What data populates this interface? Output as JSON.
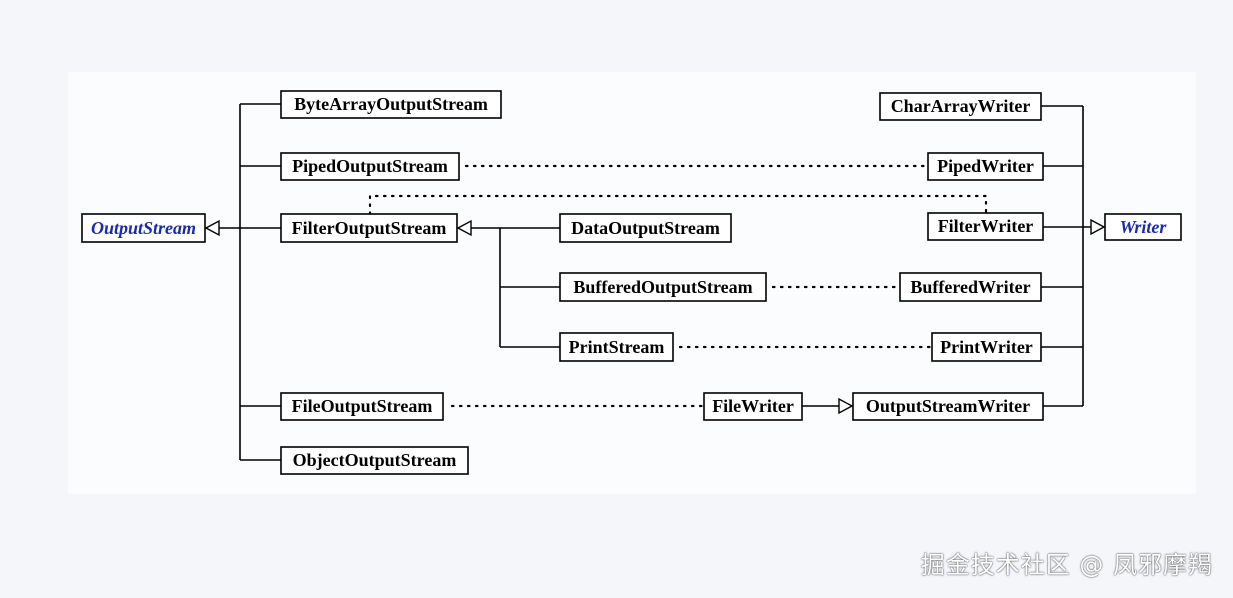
{
  "diagram": {
    "nodes": {
      "output_stream": "OutputStream",
      "byte_array_output_stream": "ByteArrayOutputStream",
      "piped_output_stream": "PipedOutputStream",
      "filter_output_stream": "FilterOutputStream",
      "data_output_stream": "DataOutputStream",
      "buffered_output_stream": "BufferedOutputStream",
      "print_stream": "PrintStream",
      "file_output_stream": "FileOutputStream",
      "object_output_stream": "ObjectOutputStream",
      "writer": "Writer",
      "char_array_writer": "CharArrayWriter",
      "piped_writer": "PipedWriter",
      "filter_writer": "FilterWriter",
      "buffered_writer": "BufferedWriter",
      "print_writer": "PrintWriter",
      "file_writer": "FileWriter",
      "output_stream_writer": "OutputStreamWriter"
    },
    "inheritance": [
      [
        "byte_array_output_stream",
        "output_stream"
      ],
      [
        "piped_output_stream",
        "output_stream"
      ],
      [
        "filter_output_stream",
        "output_stream"
      ],
      [
        "file_output_stream",
        "output_stream"
      ],
      [
        "object_output_stream",
        "output_stream"
      ],
      [
        "data_output_stream",
        "filter_output_stream"
      ],
      [
        "buffered_output_stream",
        "filter_output_stream"
      ],
      [
        "print_stream",
        "filter_output_stream"
      ],
      [
        "char_array_writer",
        "writer"
      ],
      [
        "piped_writer",
        "writer"
      ],
      [
        "filter_writer",
        "writer"
      ],
      [
        "buffered_writer",
        "writer"
      ],
      [
        "print_writer",
        "writer"
      ],
      [
        "output_stream_writer",
        "writer"
      ],
      [
        "file_writer",
        "output_stream_writer"
      ]
    ],
    "correspondence": [
      [
        "piped_output_stream",
        "piped_writer"
      ],
      [
        "filter_output_stream",
        "filter_writer"
      ],
      [
        "buffered_output_stream",
        "buffered_writer"
      ],
      [
        "print_stream",
        "print_writer"
      ],
      [
        "file_output_stream",
        "file_writer"
      ]
    ]
  },
  "watermark": "掘金技术社区 @ 凤邪摩羯"
}
